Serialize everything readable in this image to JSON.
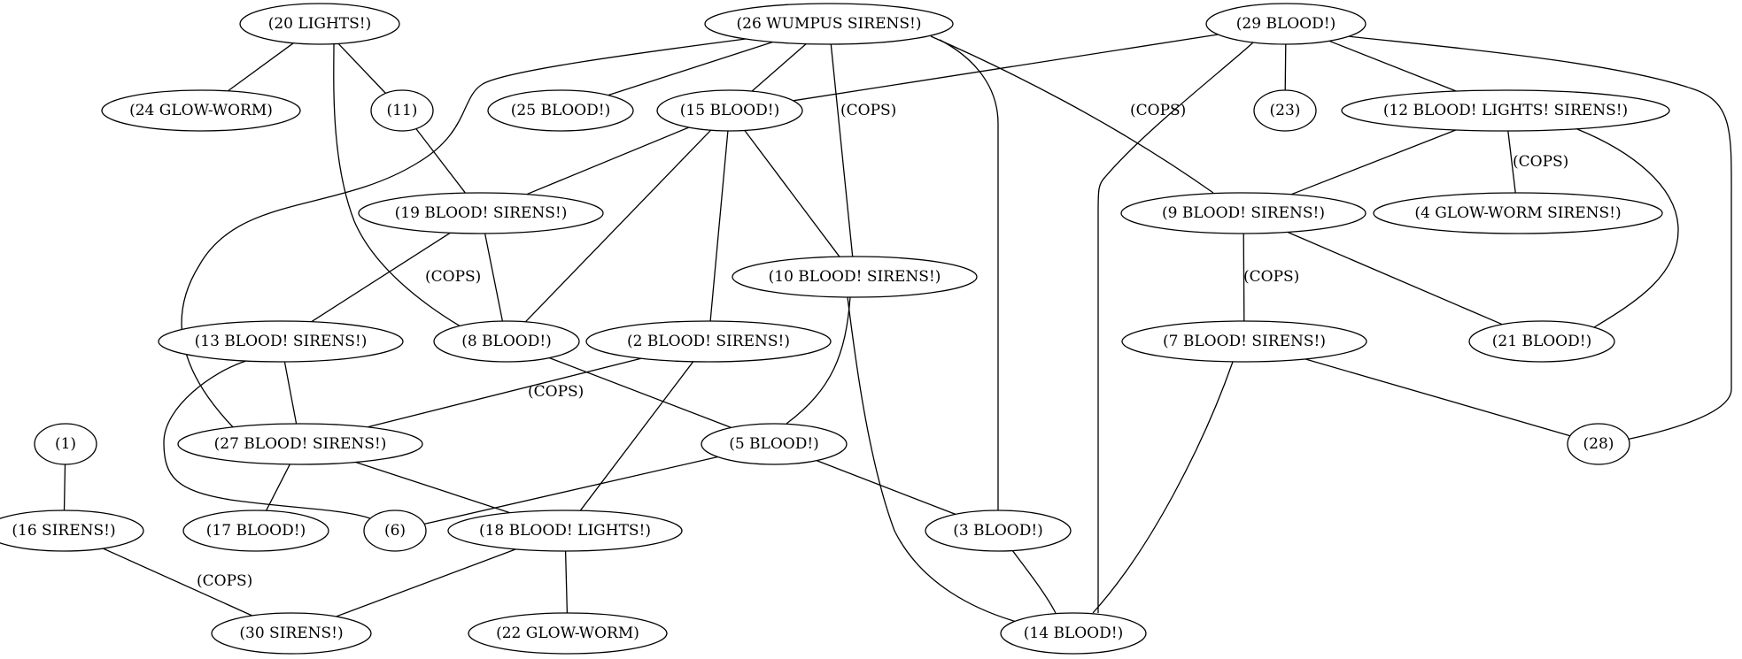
{
  "nodes": [
    {
      "id": "n20",
      "label": "(20 LIGHTS!)"
    },
    {
      "id": "n26",
      "label": "(26 WUMPUS SIRENS!)"
    },
    {
      "id": "n29",
      "label": "(29 BLOOD!)"
    },
    {
      "id": "n24",
      "label": "(24 GLOW-WORM)"
    },
    {
      "id": "n11",
      "label": "(11)"
    },
    {
      "id": "n25",
      "label": "(25 BLOOD!)"
    },
    {
      "id": "n15",
      "label": "(15 BLOOD!)"
    },
    {
      "id": "n23",
      "label": "(23)"
    },
    {
      "id": "n12",
      "label": "(12 BLOOD! LIGHTS! SIRENS!)"
    },
    {
      "id": "n19",
      "label": "(19 BLOOD! SIRENS!)"
    },
    {
      "id": "n9",
      "label": "(9 BLOOD! SIRENS!)"
    },
    {
      "id": "n4",
      "label": "(4 GLOW-WORM SIRENS!)"
    },
    {
      "id": "n10",
      "label": "(10 BLOOD! SIRENS!)"
    },
    {
      "id": "n13",
      "label": "(13 BLOOD! SIRENS!)"
    },
    {
      "id": "n8",
      "label": "(8 BLOOD!)"
    },
    {
      "id": "n2",
      "label": "(2 BLOOD! SIRENS!)"
    },
    {
      "id": "n7",
      "label": "(7 BLOOD! SIRENS!)"
    },
    {
      "id": "n21",
      "label": "(21 BLOOD!)"
    },
    {
      "id": "n1",
      "label": "(1)"
    },
    {
      "id": "n27",
      "label": "(27 BLOOD! SIRENS!)"
    },
    {
      "id": "n5",
      "label": "(5 BLOOD!)"
    },
    {
      "id": "n28",
      "label": "(28)"
    },
    {
      "id": "n16",
      "label": "(16 SIRENS!)"
    },
    {
      "id": "n17",
      "label": "(17 BLOOD!)"
    },
    {
      "id": "n6",
      "label": "(6)"
    },
    {
      "id": "n18",
      "label": "(18 BLOOD! LIGHTS!)"
    },
    {
      "id": "n3",
      "label": "(3 BLOOD!)"
    },
    {
      "id": "n30",
      "label": "(30 SIRENS!)"
    },
    {
      "id": "n22",
      "label": "(22 GLOW-WORM)"
    },
    {
      "id": "n14",
      "label": "(14 BLOOD!)"
    }
  ],
  "edges": [
    {
      "from": "n20",
      "to": "n24",
      "label": ""
    },
    {
      "from": "n20",
      "to": "n11",
      "label": ""
    },
    {
      "from": "n20",
      "to": "n8",
      "label": ""
    },
    {
      "from": "n11",
      "to": "n19",
      "label": ""
    },
    {
      "from": "n26",
      "to": "n27",
      "label": ""
    },
    {
      "from": "n26",
      "to": "n25",
      "label": ""
    },
    {
      "from": "n26",
      "to": "n15",
      "label": ""
    },
    {
      "from": "n26",
      "to": "n10",
      "label": "(COPS)"
    },
    {
      "from": "n26",
      "to": "n3",
      "label": ""
    },
    {
      "from": "n26",
      "to": "n9",
      "label": "(COPS)"
    },
    {
      "from": "n29",
      "to": "n15",
      "label": ""
    },
    {
      "from": "n29",
      "to": "n14",
      "label": ""
    },
    {
      "from": "n29",
      "to": "n23",
      "label": ""
    },
    {
      "from": "n29",
      "to": "n12",
      "label": ""
    },
    {
      "from": "n29",
      "to": "n28",
      "label": ""
    },
    {
      "from": "n15",
      "to": "n19",
      "label": ""
    },
    {
      "from": "n15",
      "to": "n8",
      "label": ""
    },
    {
      "from": "n15",
      "to": "n2",
      "label": ""
    },
    {
      "from": "n15",
      "to": "n10",
      "label": ""
    },
    {
      "from": "n12",
      "to": "n9",
      "label": ""
    },
    {
      "from": "n12",
      "to": "n4",
      "label": "(COPS)"
    },
    {
      "from": "n12",
      "to": "n21",
      "label": ""
    },
    {
      "from": "n19",
      "to": "n13",
      "label": "(COPS)"
    },
    {
      "from": "n19",
      "to": "n8",
      "label": ""
    },
    {
      "from": "n9",
      "to": "n7",
      "label": "(COPS)"
    },
    {
      "from": "n9",
      "to": "n21",
      "label": ""
    },
    {
      "from": "n10",
      "to": "n5",
      "label": ""
    },
    {
      "from": "n10",
      "to": "n14",
      "label": ""
    },
    {
      "from": "n13",
      "to": "n27",
      "label": ""
    },
    {
      "from": "n13",
      "to": "n6",
      "label": ""
    },
    {
      "from": "n8",
      "to": "n5",
      "label": ""
    },
    {
      "from": "n2",
      "to": "n27",
      "label": "(COPS)"
    },
    {
      "from": "n2",
      "to": "n18",
      "label": ""
    },
    {
      "from": "n7",
      "to": "n28",
      "label": ""
    },
    {
      "from": "n7",
      "to": "n14",
      "label": ""
    },
    {
      "from": "n1",
      "to": "n16",
      "label": ""
    },
    {
      "from": "n27",
      "to": "n17",
      "label": ""
    },
    {
      "from": "n27",
      "to": "n18",
      "label": ""
    },
    {
      "from": "n5",
      "to": "n6",
      "label": ""
    },
    {
      "from": "n5",
      "to": "n3",
      "label": ""
    },
    {
      "from": "n16",
      "to": "n30",
      "label": "(COPS)"
    },
    {
      "from": "n18",
      "to": "n30",
      "label": ""
    },
    {
      "from": "n18",
      "to": "n22",
      "label": ""
    },
    {
      "from": "n3",
      "to": "n14",
      "label": ""
    }
  ]
}
